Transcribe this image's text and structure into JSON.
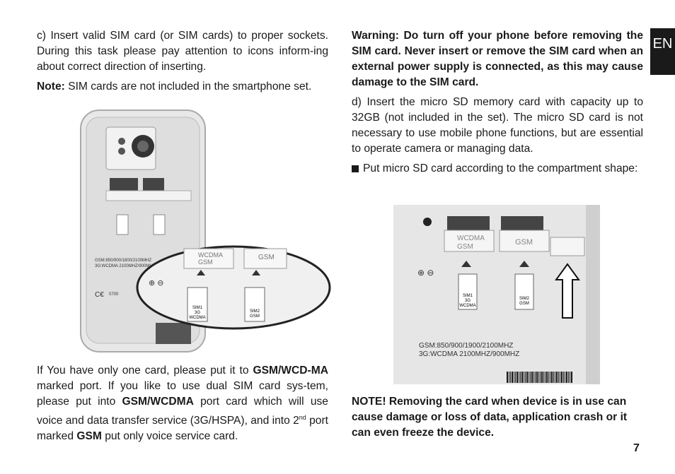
{
  "left": {
    "p1": "c) Insert valid SIM card (or SIM cards) to proper sockets. During this task please pay attention to icons inform-ing about correct direction of inserting.",
    "note_label": "Note:",
    "note_text": " SIM cards are not included in the smartphone set.",
    "p3_a": "If You have only one card, please put it to ",
    "p3_b": "GSM/WCD-MA",
    "p3_c": " marked port. If you like to use dual SIM card sys-tem, please put into ",
    "p3_d": "GSM/WCDMA",
    "p3_e": " port card which will use voice and data transfer service (3G/HSPA), and into 2",
    "p3_sup": "nd",
    "p3_f": " port marked ",
    "p3_g": "GSM",
    "p3_h": " put only voice service card."
  },
  "right": {
    "warning": "Warning: Do turn off your phone before removing the SIM card. Never insert or remove the SIM card when an external power supply is connected, as this may cause damage to the SIM card.",
    "p_d": "d) Insert the micro SD memory card with capacity up to 32GB (not included in the set). The micro SD card is not necessary to use mobile phone functions, but are essential to operate camera or managing data.",
    "bullet": "Put micro SD card according to the compartment shape:",
    "note": "NOTE! Removing the card when device is in use can cause damage or loss of data, application crash or it can even freeze the device."
  },
  "lang_tab": "EN",
  "page_number": "7",
  "fig1": {
    "slot1": "WCDMA",
    "slot1b": "GSM",
    "slot2": "GSM",
    "sim1": "SIM1",
    "sim1b": "3G",
    "sim1c": "WCDMA",
    "sim2": "SIM2",
    "sim2b": "GSM",
    "freq1": "GSM:850/900/1800/2100MHZ",
    "freq2": "3G:WCDMA 2100MHZ/900MHZ",
    "ce": "0700"
  },
  "fig2": {
    "slot1": "WCDMA",
    "slot1b": "GSM",
    "slot2": "GSM",
    "sim1": "SIM1",
    "sim1b": "3G",
    "sim1c": "WCDMA",
    "sim2": "SIM2",
    "sim2b": "GSM",
    "freq1": "GSM:850/900/1900/2100MHZ",
    "freq2": "3G:WCDMA 2100MHZ/900MHZ"
  }
}
